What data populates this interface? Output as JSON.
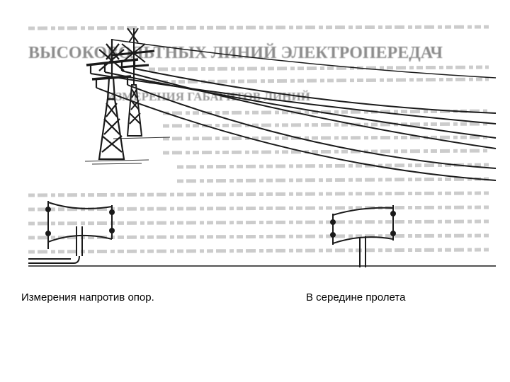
{
  "captions": {
    "left": "Измерения напротив опор.",
    "right": "В середине пролета"
  },
  "background_text": {
    "line1": "ВЫСОКОВОЛЬТНЫХ ЛИНИЙ ЭЛЕКТРОПЕРЕДАЧ",
    "line2": "ИЗМЕРЕНИЯ ГАБАРИТОВ ЛИНИЙ"
  },
  "colors": {
    "ink": "#1a1a1a",
    "faded_text": "#9a9a9a",
    "background": "#ffffff"
  },
  "figure": {
    "subject": "transmission-line-illustration",
    "icons": [
      "lattice-tower-icon",
      "measuring-gauge-icon"
    ]
  }
}
